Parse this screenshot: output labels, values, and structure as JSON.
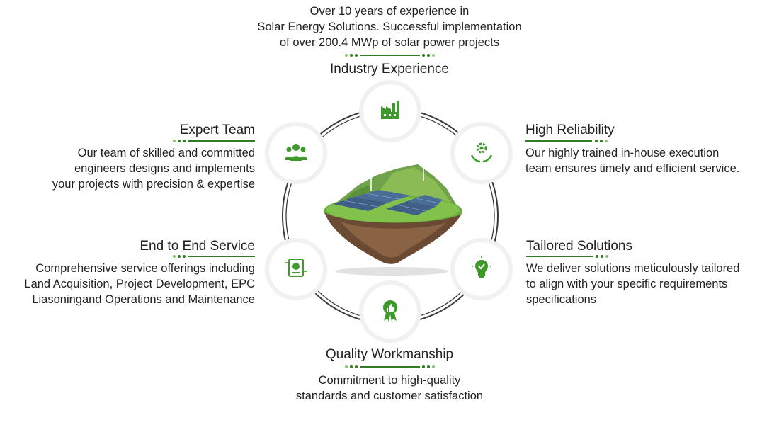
{
  "top": {
    "description": [
      "Over 10 years of experience in",
      "Solar Energy Solutions. Successful implementation",
      "of over 200.4 MWp of solar power projects"
    ],
    "title": "Industry Experience",
    "icon": "factory-icon"
  },
  "expert_team": {
    "title": "Expert Team",
    "description": [
      "Our team of skilled and committed",
      "engineers designs and implements",
      "your projects with precision & expertise"
    ],
    "icon": "team-icon"
  },
  "high_reliability": {
    "title": "High Reliability",
    "description": [
      "Our highly trained in-house execution",
      "team ensures timely and efficient service."
    ],
    "icon": "gear-hands-icon"
  },
  "end_to_end": {
    "title": "End to End Service",
    "description": [
      "Comprehensive service offerings including",
      "Land Acquisition, Project Development, EPC",
      "Liasoningand Operations and Maintenance"
    ],
    "icon": "service-icon"
  },
  "tailored": {
    "title": "Tailored Solutions",
    "description": [
      "We deliver solutions meticulously tailored",
      "to align with your specific requirements",
      "specifications"
    ],
    "icon": "lightbulb-icon"
  },
  "quality": {
    "title": "Quality Workmanship",
    "description": [
      "Commitment to high-quality",
      "standards and customer satisfaction"
    ],
    "icon": "badge-thumbs-up-icon"
  },
  "colors": {
    "accent_dark": "#2e7d1f",
    "accent_light": "#8cc37a",
    "icon_green": "#3d9a2b"
  }
}
